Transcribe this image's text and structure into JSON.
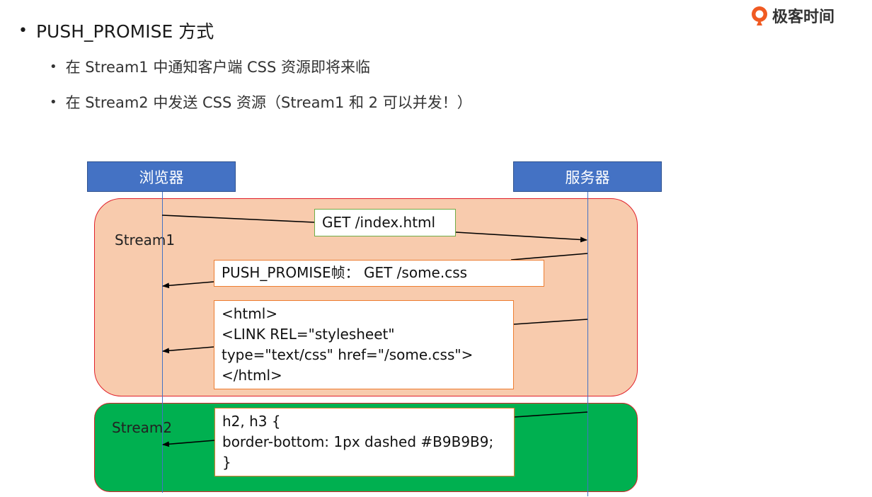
{
  "logo": {
    "text": "极客时间"
  },
  "bullets": {
    "main": "PUSH_PROMISE 方式",
    "sub1": "在 Stream1 中通知客户端 CSS 资源即将来临",
    "sub2": "在 Stream2 中发送 CSS 资源（Stream1 和 2 可以并发！）",
    "dot": "•"
  },
  "diagram": {
    "actors": {
      "browser": "浏览器",
      "server": "服务器"
    },
    "streams": {
      "stream1": "Stream1",
      "stream2": "Stream2"
    },
    "messages": {
      "get": "GET /index.html",
      "push": "PUSH_PROMISE帧： GET /some.css",
      "html": [
        "<html>",
        "<LINK REL=\"stylesheet\"",
        "type=\"text/css\" href=\"/some.css\">",
        "</html>"
      ],
      "css": [
        "h2, h3 {",
        "border-bottom: 1px dashed #B9B9B9;",
        "}"
      ]
    }
  },
  "colors": {
    "actor": "#4472c4",
    "stream1": "#f8cbad",
    "stream2": "#00b050",
    "stream_border": "#e0202a",
    "get_border": "#70ad47",
    "box_border": "#ed7d31",
    "logo_orange": "#f05a22"
  }
}
